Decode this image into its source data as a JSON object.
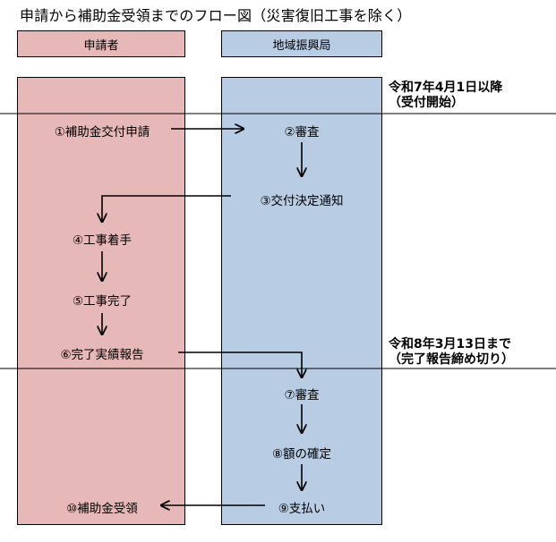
{
  "title": "申請から補助金受領までのフロー図（災害復旧工事を除く）",
  "lanes": {
    "applicant": "申請者",
    "bureau": "地域振興局"
  },
  "steps": {
    "s1": "①補助金交付申請",
    "s2": "②審査",
    "s3": "③交付決定通知",
    "s4": "④工事着手",
    "s5": "⑤工事完了",
    "s6": "⑥完了実績報告",
    "s7": "⑦審査",
    "s8": "⑧額の確定",
    "s9": "⑨支払い",
    "s10": "⑩補助金受領"
  },
  "notes": {
    "start_line1": "令和7年4月1日以降",
    "start_line2": "（受付開始）",
    "end_line1": "令和8年3月13日まで",
    "end_line2": "（完了報告締め切り）"
  },
  "colors": {
    "applicant_fill": "#e6b8b7",
    "bureau_fill": "#b8cce4"
  }
}
